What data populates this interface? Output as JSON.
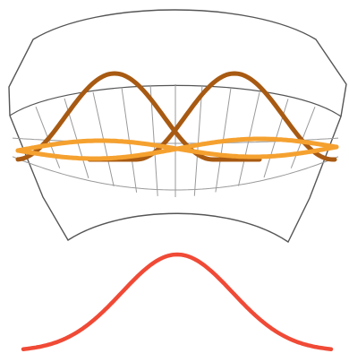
{
  "diagram": {
    "description_text": "",
    "colors": {
      "outline": "#555555",
      "grid": "#9a9a9a",
      "dark_wave": "#a85a12",
      "light_wave": "#f5a130",
      "profile_curve": "#f04a36"
    },
    "upper_figure": {
      "shape": "curved-band",
      "dark_waves": [
        "wave-1",
        "wave-2"
      ],
      "light_waves": [
        "wave-3",
        "wave-4"
      ]
    },
    "lower_figure": {
      "shape": "bell-curve"
    }
  }
}
